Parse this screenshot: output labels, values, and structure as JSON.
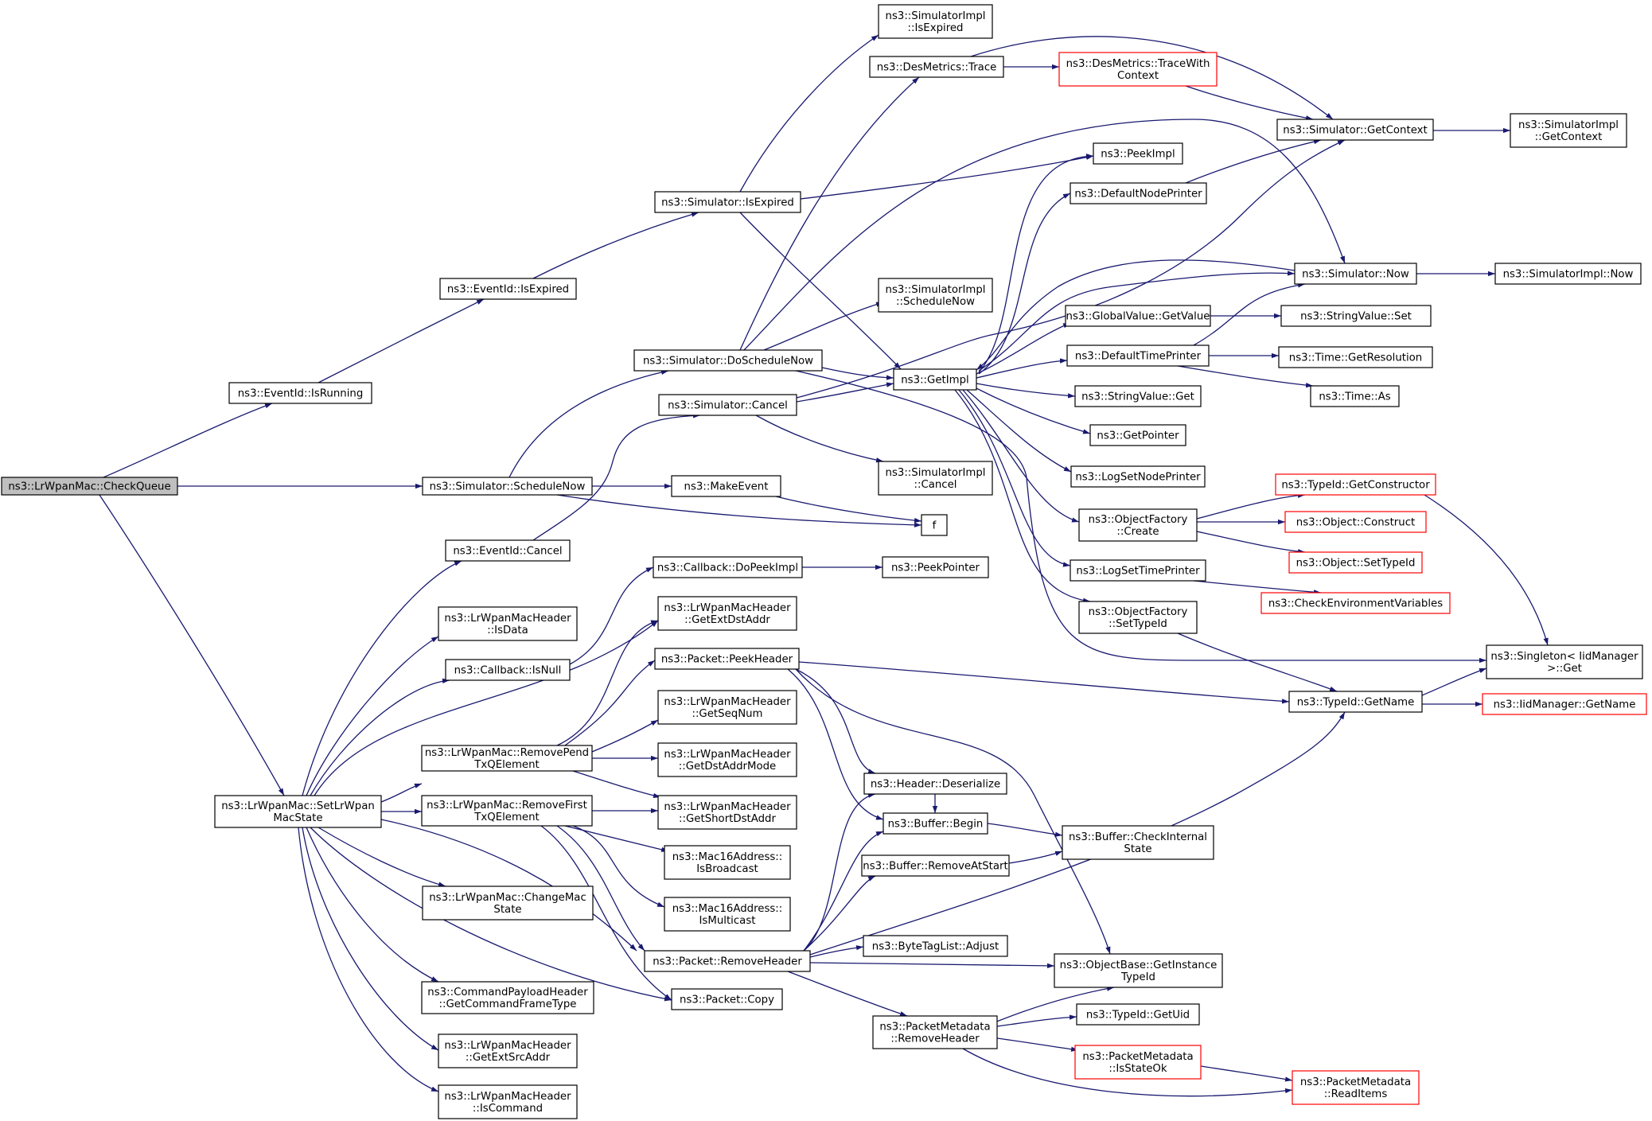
{
  "colors": {
    "edge": "#191970",
    "normal_border": "#000000",
    "red_border": "#ff0000",
    "root_fill": "#bfbfbf"
  },
  "nodes": {
    "checkqueue": [
      "ns3::LrWpanMac::CheckQueue"
    ],
    "isrunning": [
      "ns3::EventId::IsRunning"
    ],
    "eventid_isexpired": [
      "ns3::EventId::IsExpired"
    ],
    "sim_isexpired": [
      "ns3::Simulator::IsExpired"
    ],
    "simimpl_isexpired": [
      "ns3::SimulatorImpl",
      "::IsExpired"
    ],
    "desmetrics_trace": [
      "ns3::DesMetrics::Trace"
    ],
    "desmetrics_tracewith": [
      "ns3::DesMetrics::TraceWith",
      "Context"
    ],
    "sim_getcontext": [
      "ns3::Simulator::GetContext"
    ],
    "simimpl_getcontext": [
      "ns3::SimulatorImpl",
      "::GetContext"
    ],
    "peekimpl": [
      "ns3::PeekImpl"
    ],
    "defaultnodeprinter": [
      "ns3::DefaultNodePrinter"
    ],
    "simimpl_schedulenow": [
      "ns3::SimulatorImpl",
      "::ScheduleNow"
    ],
    "sim_now": [
      "ns3::Simulator::Now"
    ],
    "simimpl_now": [
      "ns3::SimulatorImpl::Now"
    ],
    "globalvalue_getvalue": [
      "ns3::GlobalValue::GetValue"
    ],
    "stringvalue_set": [
      "ns3::StringValue::Set"
    ],
    "sim_doschedulenow": [
      "ns3::Simulator::DoScheduleNow"
    ],
    "getimpl": [
      "ns3::GetImpl"
    ],
    "defaulttimeprinter": [
      "ns3::DefaultTimePrinter"
    ],
    "time_getresolution": [
      "ns3::Time::GetResolution"
    ],
    "sim_cancel": [
      "ns3::Simulator::Cancel"
    ],
    "stringvalue_get": [
      "ns3::StringValue::Get"
    ],
    "time_as": [
      "ns3::Time::As"
    ],
    "getpointer": [
      "ns3::GetPointer"
    ],
    "simimpl_cancel": [
      "ns3::SimulatorImpl",
      "::Cancel"
    ],
    "logsetnodeprinter": [
      "ns3::LogSetNodePrinter"
    ],
    "typeid_getconstructor": [
      "ns3::TypeId::GetConstructor"
    ],
    "sim_schedulenow": [
      "ns3::Simulator::ScheduleNow"
    ],
    "makeevent": [
      "ns3::MakeEvent"
    ],
    "objectfactory_create": [
      "ns3::ObjectFactory",
      "::Create"
    ],
    "object_construct": [
      "ns3::Object::Construct"
    ],
    "f": [
      "f"
    ],
    "eventid_cancel": [
      "ns3::EventId::Cancel"
    ],
    "object_settypeid": [
      "ns3::Object::SetTypeId"
    ],
    "callback_dopeekimpl": [
      "ns3::Callback::DoPeekImpl"
    ],
    "peekpointer": [
      "ns3::PeekPointer"
    ],
    "logsettimeprinter": [
      "ns3::LogSetTimePrinter"
    ],
    "checkenvvars": [
      "ns3::CheckEnvironmentVariables"
    ],
    "hdr_getextdstaddr": [
      "ns3::LrWpanMacHeader",
      "::GetExtDstAddr"
    ],
    "hdr_isdata": [
      "ns3::LrWpanMacHeader",
      "::IsData"
    ],
    "objectfactory_settypeid": [
      "ns3::ObjectFactory",
      "::SetTypeId"
    ],
    "singleton_get": [
      "ns3::Singleton< IidManager",
      ">::Get"
    ],
    "packet_peekheader": [
      "ns3::Packet::PeekHeader"
    ],
    "callback_isnull": [
      "ns3::Callback::IsNull"
    ],
    "typeid_getname": [
      "ns3::TypeId::GetName"
    ],
    "iidmanager_getname": [
      "ns3::IidManager::GetName"
    ],
    "hdr_getseqnum": [
      "ns3::LrWpanMacHeader",
      "::GetSeqNum"
    ],
    "removependtx": [
      "ns3::LrWpanMac::RemovePend",
      "TxQElement"
    ],
    "hdr_getdstaddrmode": [
      "ns3::LrWpanMacHeader",
      "::GetDstAddrMode"
    ],
    "header_deserialize": [
      "ns3::Header::Deserialize"
    ],
    "setlrwpanmacstate": [
      "ns3::LrWpanMac::SetLrWpan",
      "MacState"
    ],
    "removefirsttx": [
      "ns3::LrWpanMac::RemoveFirst",
      "TxQElement"
    ],
    "hdr_getshortdstaddr": [
      "ns3::LrWpanMacHeader",
      "::GetShortDstAddr"
    ],
    "buffer_begin": [
      "ns3::Buffer::Begin"
    ],
    "buffer_checkinternal": [
      "ns3::Buffer::CheckInternal",
      "State"
    ],
    "mac16_isbroadcast": [
      "ns3::Mac16Address::",
      "IsBroadcast"
    ],
    "buffer_removeatstart": [
      "ns3::Buffer::RemoveAtStart"
    ],
    "changemacstate": [
      "ns3::LrWpanMac::ChangeMac",
      "State"
    ],
    "mac16_ismulticast": [
      "ns3::Mac16Address::",
      "IsMulticast"
    ],
    "bytetaglist_adjust": [
      "ns3::ByteTagList::Adjust"
    ],
    "packet_removeheader": [
      "ns3::Packet::RemoveHeader"
    ],
    "objectbase_getinstancetypeid": [
      "ns3::ObjectBase::GetInstance",
      "TypeId"
    ],
    "cmdpayload_getcmdframetype": [
      "ns3::CommandPayloadHeader",
      "::GetCommandFrameType"
    ],
    "packet_copy": [
      "ns3::Packet::Copy"
    ],
    "typeid_getuid": [
      "ns3::TypeId::GetUid"
    ],
    "pktmeta_removeheader": [
      "ns3::PacketMetadata",
      "::RemoveHeader"
    ],
    "pktmeta_isstateok": [
      "ns3::PacketMetadata",
      "::IsStateOk"
    ],
    "hdr_getextsrcaddr": [
      "ns3::LrWpanMacHeader",
      "::GetExtSrcAddr"
    ],
    "pktmeta_readitems": [
      "ns3::PacketMetadata",
      "::ReadItems"
    ],
    "hdr_iscommand": [
      "ns3::LrWpanMacHeader",
      "::IsCommand"
    ]
  }
}
